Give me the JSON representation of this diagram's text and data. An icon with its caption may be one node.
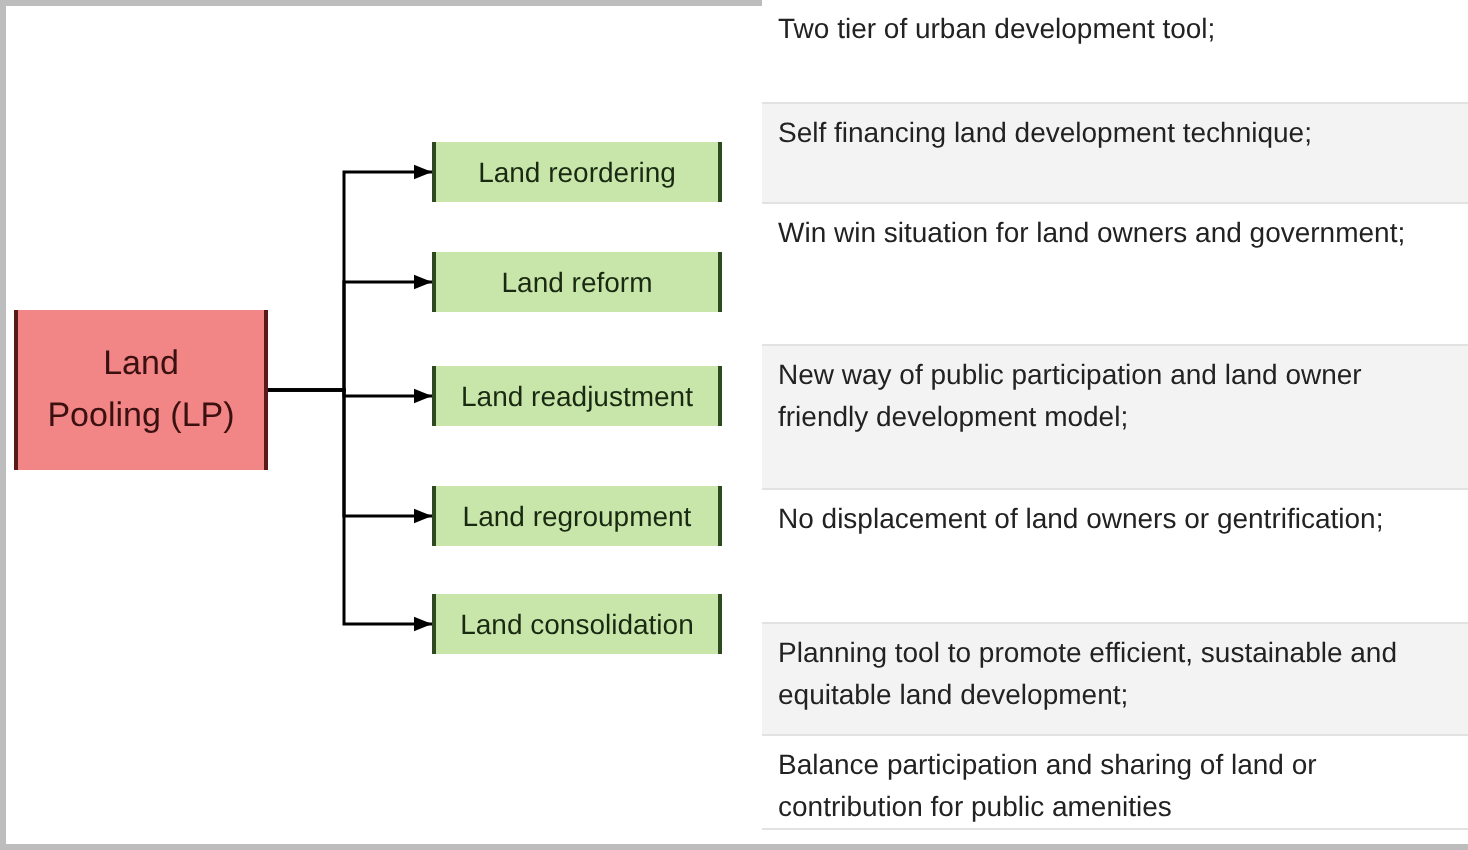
{
  "diagram": {
    "nodes": [
      {
        "text": [
          "Land Pooling (LP)"
        ]
      },
      {
        "text": [
          "Land reordering"
        ]
      },
      {
        "text": [
          "Land reform"
        ]
      },
      {
        "text": [
          "Land readjustment"
        ]
      },
      {
        "text": [
          "Land regroupment"
        ]
      },
      {
        "text": [
          "Land consolidation"
        ]
      }
    ],
    "edges": [
      {
        "from": 0,
        "to": 1,
        "arrow": "to"
      },
      {
        "from": 0,
        "to": 2,
        "arrow": "to"
      },
      {
        "from": 0,
        "to": 3,
        "arrow": "to"
      },
      {
        "from": 0,
        "to": 4,
        "arrow": "to"
      },
      {
        "from": 0,
        "to": 5,
        "arrow": "to"
      }
    ],
    "labels": [
      "Two tier of urban development tool;",
      "Self financing land development technique;",
      "Win win situation for land owners and government;",
      "New way of public participation and land owner friendly development model;",
      "No displacement of land owners or gentrification;",
      "Planning tool to promote efficient, sustainable and equitable land development;",
      "Balance participation and sharing of land or contribution for public amenities"
    ]
  }
}
